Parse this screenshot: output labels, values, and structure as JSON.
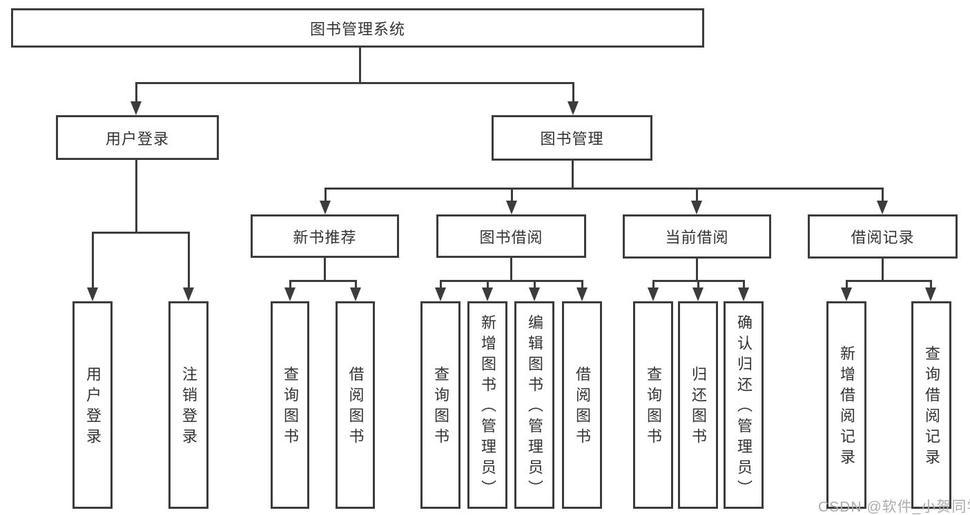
{
  "diagram": {
    "type": "hierarchy-tree",
    "direction": "top-down",
    "colors": {
      "background": "#ffffff",
      "line": "#3c3c3c",
      "box_border": "#3c3c3c",
      "box_fill": "#ffffff",
      "text": "#333333",
      "watermark": "#acacac"
    },
    "tree": {
      "label": "图书管理系统",
      "children": [
        {
          "label": "用户登录",
          "children": [
            {
              "label": "用户登录"
            },
            {
              "label": "注销登录"
            }
          ]
        },
        {
          "label": "图书管理",
          "children": [
            {
              "label": "新书推荐",
              "children": [
                {
                  "label": "查询图书"
                },
                {
                  "label": "借阅图书"
                }
              ]
            },
            {
              "label": "图书借阅",
              "children": [
                {
                  "label": "查询图书"
                },
                {
                  "label": "新增图书（管理员）"
                },
                {
                  "label": "编辑图书（管理员）"
                },
                {
                  "label": "借阅图书"
                }
              ]
            },
            {
              "label": "当前借阅",
              "children": [
                {
                  "label": "查询图书"
                },
                {
                  "label": "归还图书"
                },
                {
                  "label": "确认归还（管理员）"
                }
              ]
            },
            {
              "label": "借阅记录",
              "children": [
                {
                  "label": "新增借阅记录"
                },
                {
                  "label": "查询借阅记录"
                }
              ]
            }
          ]
        }
      ]
    },
    "watermark": "CSDN @软件_小贺同学"
  }
}
